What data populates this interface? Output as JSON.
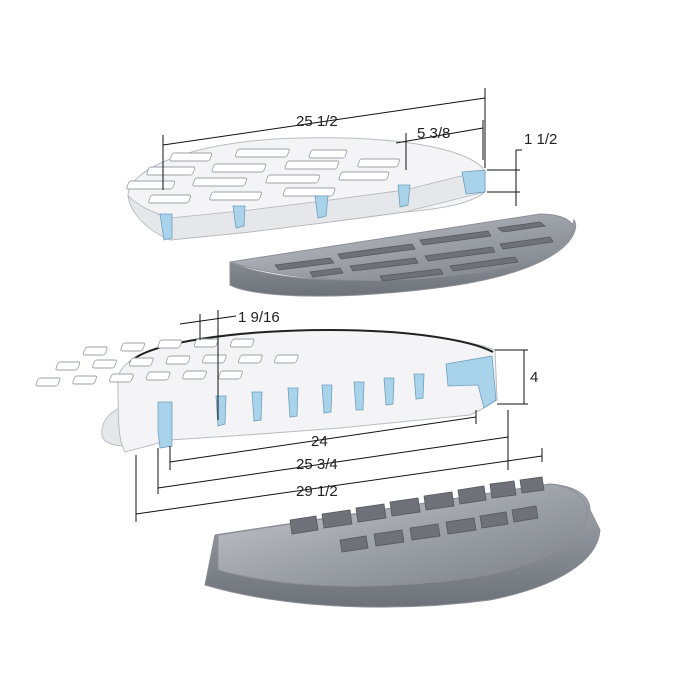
{
  "dimensions": {
    "top_width": "25 1/2",
    "top_bar_width": "5 3/8",
    "top_thickness": "1 1/2",
    "frame_flange": "1 9/16",
    "frame_height": "4",
    "frame_inner_width": "24",
    "frame_mid_width": "25 3/4",
    "frame_outer_width": "29 1/2"
  },
  "colors": {
    "section_fill": "#a9d3ea",
    "metal": "#8f939a"
  }
}
